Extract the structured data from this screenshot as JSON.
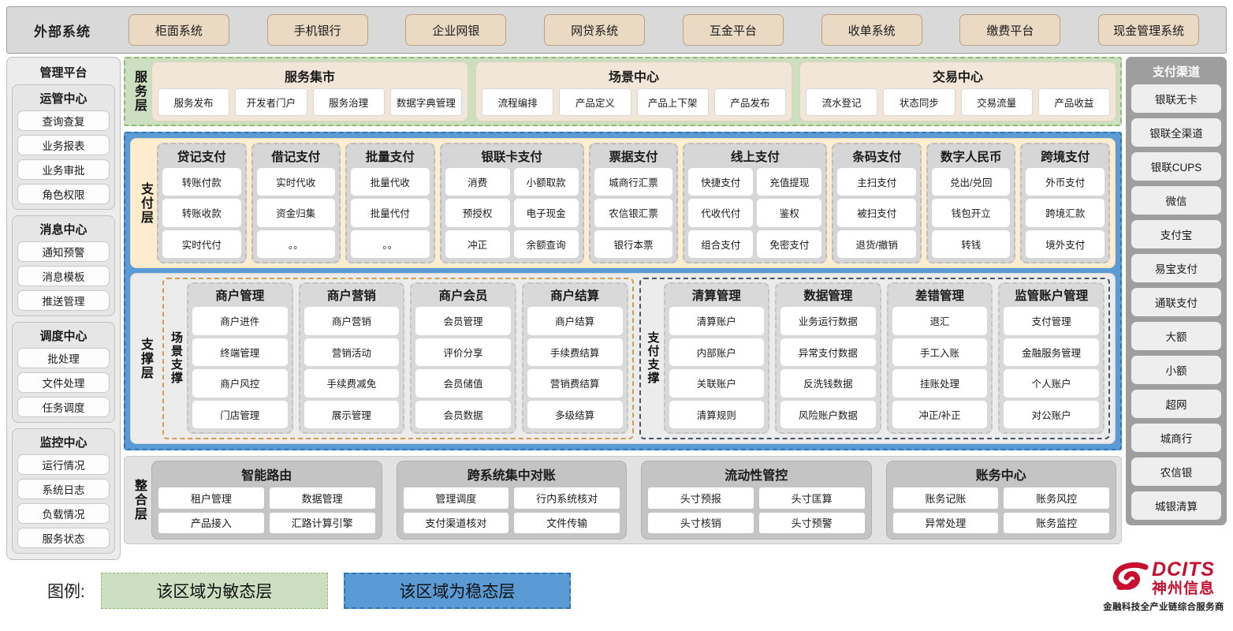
{
  "external": {
    "title": "外部系统",
    "items": [
      "柜面系统",
      "手机银行",
      "企业网银",
      "网贷系统",
      "互金平台",
      "收单系统",
      "缴费平台",
      "现金管理系统"
    ]
  },
  "left_sidebar": {
    "title": "管理平台",
    "groups": [
      {
        "title": "运管中心",
        "items": [
          "查询查复",
          "业务报表",
          "业务审批",
          "角色权限"
        ]
      },
      {
        "title": "消息中心",
        "items": [
          "通知预警",
          "消息模板",
          "推送管理"
        ]
      },
      {
        "title": "调度中心",
        "items": [
          "批处理",
          "文件处理",
          "任务调度"
        ]
      },
      {
        "title": "监控中心",
        "items": [
          "运行情况",
          "系统日志",
          "负载情况",
          "服务状态"
        ]
      }
    ]
  },
  "service_layer": {
    "label": "服务层",
    "groups": [
      {
        "title": "服务集市",
        "items": [
          "服务发布",
          "开发者门户",
          "服务治理",
          "数据字典管理"
        ]
      },
      {
        "title": "场景中心",
        "items": [
          "流程编排",
          "产品定义",
          "产品上下架",
          "产品发布"
        ]
      },
      {
        "title": "交易中心",
        "items": [
          "流水登记",
          "状态同步",
          "交易流量",
          "产品收益"
        ]
      }
    ]
  },
  "pay_layer": {
    "label": "支付层",
    "groups": [
      {
        "title": "贷记支付",
        "cols": 1,
        "rows": [
          [
            "转账付款"
          ],
          [
            "转账收款"
          ],
          [
            "实时代付"
          ]
        ]
      },
      {
        "title": "借记支付",
        "cols": 1,
        "rows": [
          [
            "实时代收"
          ],
          [
            "资金归集"
          ],
          [
            "。。"
          ]
        ]
      },
      {
        "title": "批量支付",
        "cols": 1,
        "rows": [
          [
            "批量代收"
          ],
          [
            "批量代付"
          ],
          [
            "。。"
          ]
        ]
      },
      {
        "title": "银联卡支付",
        "cols": 2,
        "rows": [
          [
            "消费",
            "小额取款"
          ],
          [
            "预授权",
            "电子现金"
          ],
          [
            "冲正",
            "余额查询"
          ]
        ]
      },
      {
        "title": "票据支付",
        "cols": 1,
        "rows": [
          [
            "城商行汇票"
          ],
          [
            "农信银汇票"
          ],
          [
            "银行本票"
          ]
        ]
      },
      {
        "title": "线上支付",
        "cols": 2,
        "rows": [
          [
            "快捷支付",
            "充值提现"
          ],
          [
            "代收代付",
            "鉴权"
          ],
          [
            "组合支付",
            "免密支付"
          ]
        ]
      },
      {
        "title": "条码支付",
        "cols": 1,
        "rows": [
          [
            "主扫支付"
          ],
          [
            "被扫支付"
          ],
          [
            "退货/撤销"
          ]
        ]
      },
      {
        "title": "数字人民币",
        "cols": 1,
        "rows": [
          [
            "兑出/兑回"
          ],
          [
            "钱包开立"
          ],
          [
            "转钱"
          ]
        ]
      },
      {
        "title": "跨境支付",
        "cols": 1,
        "rows": [
          [
            "外币支付"
          ],
          [
            "跨境汇款"
          ],
          [
            "境外支付"
          ]
        ]
      }
    ]
  },
  "support_layer": {
    "label": "支撑层",
    "boxes": [
      {
        "label": "场景支撑",
        "style": "scene",
        "groups": [
          {
            "title": "商户管理",
            "items": [
              "商户进件",
              "终端管理",
              "商户风控",
              "门店管理"
            ]
          },
          {
            "title": "商户营销",
            "items": [
              "商户营销",
              "营销活动",
              "手续费减免",
              "展示管理"
            ]
          },
          {
            "title": "商户会员",
            "items": [
              "会员管理",
              "评价分享",
              "会员储值",
              "会员数据"
            ]
          },
          {
            "title": "商户结算",
            "items": [
              "商户结算",
              "手续费结算",
              "营销费结算",
              "多级结算"
            ]
          }
        ]
      },
      {
        "label": "支付支撑",
        "style": "payfs",
        "groups": [
          {
            "title": "清算管理",
            "items": [
              "清算账户",
              "内部账户",
              "关联账户",
              "清算规则"
            ]
          },
          {
            "title": "数据管理",
            "items": [
              "业务运行数据",
              "异常支付数据",
              "反洗钱数据",
              "风险账户数据"
            ]
          },
          {
            "title": "差错管理",
            "items": [
              "退汇",
              "手工入账",
              "挂账处理",
              "冲正/补正"
            ]
          },
          {
            "title": "监管账户管理",
            "items": [
              "支付管理",
              "金融服务管理",
              "个人账户",
              "对公账户"
            ]
          }
        ]
      }
    ]
  },
  "integration_layer": {
    "label": "整合层",
    "groups": [
      {
        "title": "智能路由",
        "rows": [
          [
            "租户管理",
            "数据管理"
          ],
          [
            "产品接入",
            "汇路计算引擎"
          ]
        ]
      },
      {
        "title": "跨系统集中对账",
        "rows": [
          [
            "管理调度",
            "行内系统核对"
          ],
          [
            "支付渠道核对",
            "文件传输"
          ]
        ]
      },
      {
        "title": "流动性管控",
        "rows": [
          [
            "头寸预报",
            "头寸匡算"
          ],
          [
            "头寸核销",
            "头寸预警"
          ]
        ]
      },
      {
        "title": "账务中心",
        "rows": [
          [
            "账务记账",
            "账务风控"
          ],
          [
            "异常处理",
            "账务监控"
          ]
        ]
      }
    ]
  },
  "right_sidebar": {
    "title": "支付渠道",
    "items": [
      "银联无卡",
      "银联全渠道",
      "银联CUPS",
      "微信",
      "支付宝",
      "易宝支付",
      "通联支付",
      "大额",
      "小额",
      "超网",
      "城商行",
      "农信银",
      "城银清算"
    ]
  },
  "legend": {
    "label": "图例:",
    "agile": "该区域为敏态层",
    "stable": "该区域为稳态层",
    "agile_color": "#ccdfc0",
    "stable_color": "#5b9bd5"
  },
  "logo": {
    "brand": "DCITS",
    "brand_cn": "神州信息",
    "tagline": "金融科技全产业链综合服务商",
    "color": "#c8102e"
  }
}
